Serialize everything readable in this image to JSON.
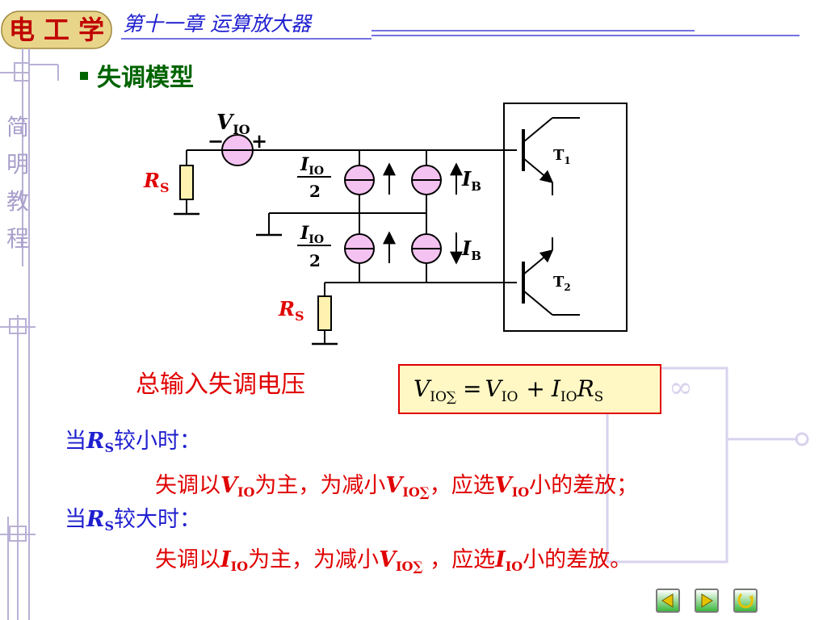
{
  "header": {
    "logo_text": "电 工 学",
    "chapter_title": "第十一章  运算放大器"
  },
  "sidebar": {
    "vertical_label": [
      "简",
      "明",
      "教",
      "程"
    ]
  },
  "section": {
    "bullet_title": "失调模型"
  },
  "diagram": {
    "v_label_main": "V",
    "v_label_sub": "IO",
    "minus_sign": "−",
    "plus_sign": "+",
    "rs_top_main": "R",
    "rs_top_sub": "S",
    "rs_bottom_main": "R",
    "rs_bottom_sub": "S",
    "iio_top_num_main": "I",
    "iio_top_num_sub": "IO",
    "iio_top_den": "2",
    "iio_bottom_num_main": "I",
    "iio_bottom_num_sub": "IO",
    "iio_bottom_den": "2",
    "ib_top_main": "I",
    "ib_top_sub": "B",
    "ib_bottom_main": "I",
    "ib_bottom_sub": "B",
    "t1_main": "T",
    "t1_sub": "1",
    "t2_main": "T",
    "t2_sub": "2"
  },
  "formula": {
    "label": "总输入失调电压",
    "lhs_main": "V",
    "lhs_sub": "IO∑",
    "eq": "=",
    "v_main": "V",
    "v_sub": "IO",
    "plus": "+",
    "i_main": "I",
    "i_sub": "IO",
    "r_main": "R",
    "r_sub": "S"
  },
  "notes": {
    "small_prefix": "当",
    "small_r": "R",
    "small_r_sub": "S",
    "small_suffix": "较小时：",
    "small_line2_a": "失调以",
    "small_line2_v": "V",
    "small_line2_v_sub": "IO",
    "small_line2_b": "为主，为减小",
    "small_line2_v2": "V",
    "small_line2_v2_sub": "IO∑",
    "small_line2_c": "，应选",
    "small_line2_v3": "V",
    "small_line2_v3_sub": "IO",
    "small_line2_d": "小的差放；",
    "large_prefix": "当",
    "large_r": "R",
    "large_r_sub": "S",
    "large_suffix": "较大时：",
    "large_line2_a": "失调以",
    "large_line2_i": "I",
    "large_line2_i_sub": "IO",
    "large_line2_b": "为主，为减小",
    "large_line2_v": "V",
    "large_line2_v_sub": "IO∑",
    "large_line2_c": " ，应选",
    "large_line2_i2": "I",
    "large_line2_i2_sub": "IO",
    "large_line2_d": "小的差放。"
  },
  "nav": {
    "prev_icon": "left-arrow-icon",
    "next_icon": "right-arrow-icon",
    "return_icon": "return-arrow-icon"
  },
  "colors": {
    "title_blue": "#1f1fd0",
    "green_title": "#006400",
    "red_text": "#e00000",
    "source_fill": "#f4c2f0",
    "resistor_fill": "#fff2b0",
    "formula_fill": "#fff8c4",
    "nav_green": "#3cb83c"
  }
}
